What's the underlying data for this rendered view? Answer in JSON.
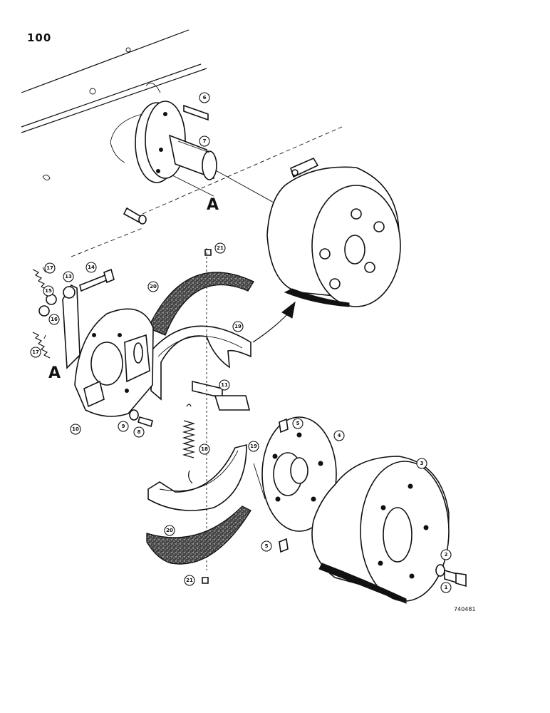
{
  "page": {
    "number": "100",
    "drawing_code": "740481"
  },
  "reference_letters": [
    {
      "id": "upper",
      "text": "A"
    },
    {
      "id": "lower",
      "text": "A"
    }
  ],
  "callouts": [
    {
      "id": "c6",
      "text": "6"
    },
    {
      "id": "c7",
      "text": "7"
    },
    {
      "id": "c21a",
      "text": "21"
    },
    {
      "id": "c17a",
      "text": "17"
    },
    {
      "id": "c13",
      "text": "13"
    },
    {
      "id": "c14",
      "text": "14"
    },
    {
      "id": "c15",
      "text": "15"
    },
    {
      "id": "c16",
      "text": "16"
    },
    {
      "id": "c20a",
      "text": "20"
    },
    {
      "id": "c19a",
      "text": "19"
    },
    {
      "id": "c17b",
      "text": "17"
    },
    {
      "id": "c11",
      "text": "11"
    },
    {
      "id": "c10",
      "text": "10"
    },
    {
      "id": "c9",
      "text": "9"
    },
    {
      "id": "c8",
      "text": "8"
    },
    {
      "id": "c18",
      "text": "18"
    },
    {
      "id": "c19b",
      "text": "19"
    },
    {
      "id": "c5a",
      "text": "5"
    },
    {
      "id": "c4",
      "text": "4"
    },
    {
      "id": "c3",
      "text": "3"
    },
    {
      "id": "c20b",
      "text": "20"
    },
    {
      "id": "c5b",
      "text": "5"
    },
    {
      "id": "c2",
      "text": "2"
    },
    {
      "id": "c1",
      "text": "1"
    },
    {
      "id": "c21b",
      "text": "21"
    }
  ]
}
